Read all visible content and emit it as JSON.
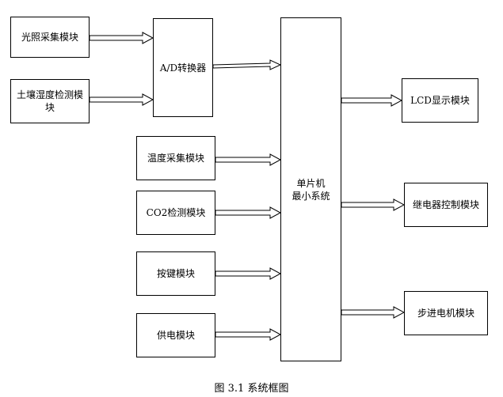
{
  "blocks": {
    "light": "光照采集模块",
    "soil": "土壤湿度检测模块",
    "adc": "A/D转换器",
    "temp": "温度采集模块",
    "co2": "CO2检测模块",
    "keys": "按键模块",
    "power": "供电模块",
    "mcu_line1": "单片机",
    "mcu_line2": "最小系统",
    "lcd": "LCD显示模块",
    "relay": "继电器控制模块",
    "stepper": "步进电机模块"
  },
  "caption": "图 3.1  系统框图"
}
